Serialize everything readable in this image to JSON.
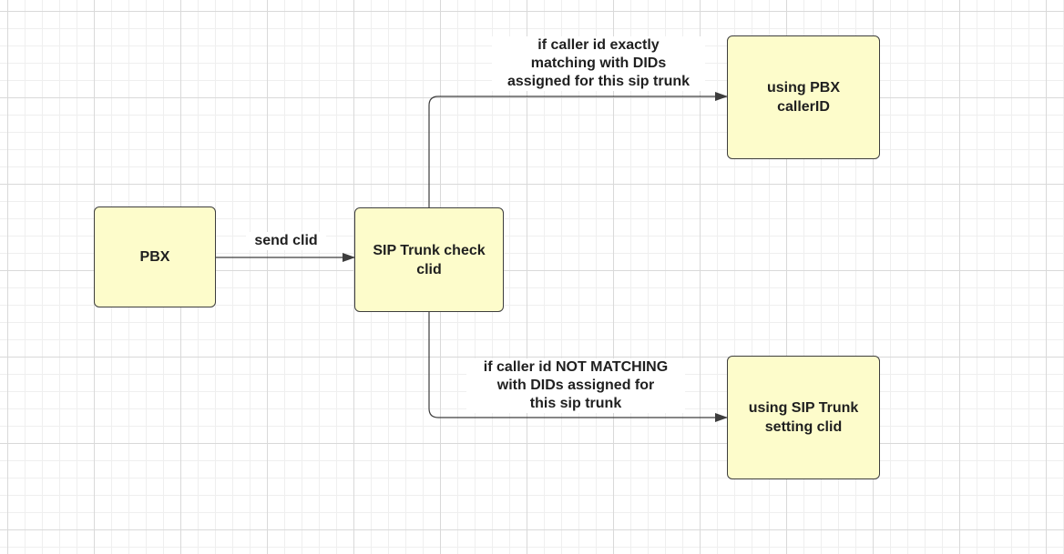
{
  "diagram": {
    "nodes": {
      "pbx": {
        "label": "PBX",
        "fill": "#fdfccb"
      },
      "sip_check": {
        "label": "SIP Trunk check\nclid",
        "fill": "#fdfccb"
      },
      "using_pbx": {
        "label": "using PBX\ncallerID",
        "fill": "#fdfccb"
      },
      "using_sip": {
        "label": "using SIP Trunk\nsetting clid",
        "fill": "#fdfccb"
      }
    },
    "edges": {
      "send": {
        "label": "send clid"
      },
      "match": {
        "label": "if caller id exactly\nmatching with DIDs\nassigned for this sip trunk"
      },
      "nomatch": {
        "label": "if caller id NOT MATCHING\nwith DIDs assigned for\nthis sip trunk"
      }
    },
    "line_color": "#3d3d3d"
  }
}
